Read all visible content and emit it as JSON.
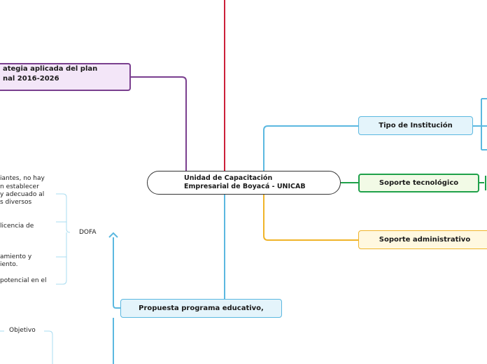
{
  "central": {
    "line1": "Unidad de Capacitación",
    "line2": "Empresarial de Boyacá - UNICAB"
  },
  "strategy": {
    "line1": "ategia aplicada del plan",
    "line2": "nal 2016-2026"
  },
  "branches": {
    "tipo": "Tipo de Institución",
    "soporte_tecnologico": "Soporte tecnológico",
    "soporte_administrativo": "Soporte administrativo",
    "propuesta": "Propuesta programa educativo,"
  },
  "labels": {
    "dofa": "DOFA",
    "objetivo": "Objetivo"
  },
  "fragments": {
    "f1": "iantes, no hay",
    "f2": "n establecer",
    "f3": "y adecuado al",
    "f4": "s diversos",
    "f5": "licencia de",
    "f6": "amiento y",
    "f7": "iento.",
    "f8": "potencial en el"
  },
  "colors": {
    "red": "#cc1f3a",
    "purple": "#7a3f8f",
    "blue": "#5bb8e0",
    "green": "#1fa14a",
    "orange": "#f0b429"
  }
}
